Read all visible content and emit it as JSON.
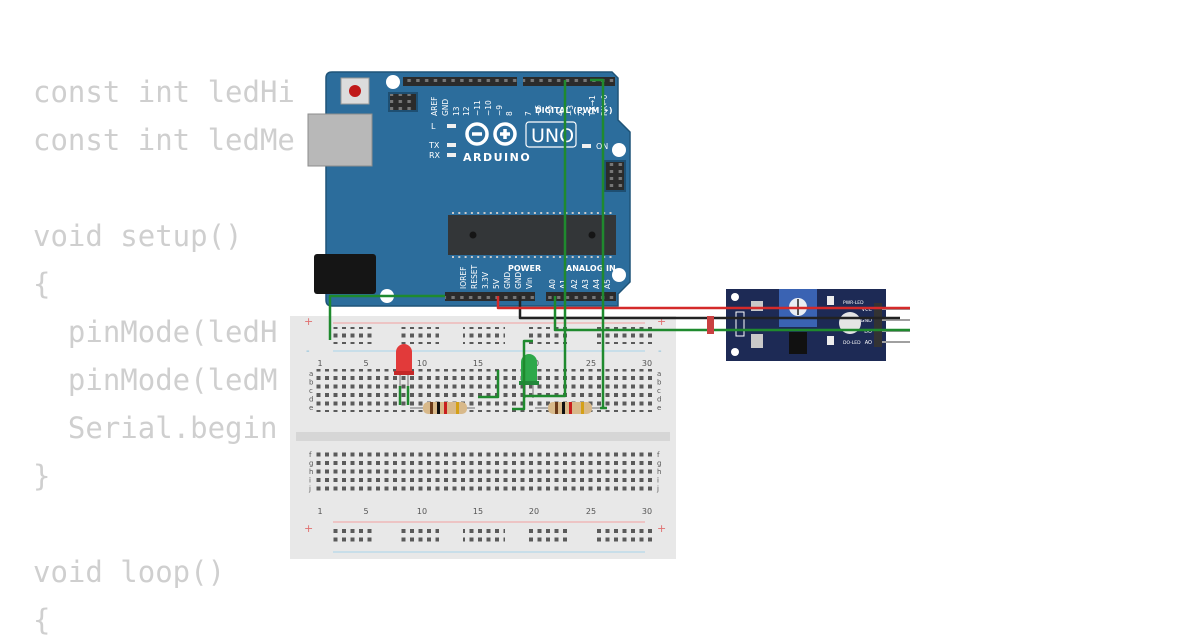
{
  "code_lines": [
    "const int ledHi",
    "const int ledMe",
    "",
    "void setup()",
    "{",
    "  pinMode(ledH",
    "  pinMode(ledM",
    "  Serial.begin",
    "}",
    "",
    "void loop()",
    "{"
  ],
  "arduino": {
    "model": "UNO",
    "brand": "ARDUINO",
    "digital_header": "DIGITAL (PWM ~)",
    "power_header": "POWER",
    "analog_header": "ANALOG IN",
    "top_pins": [
      "AREF",
      "GND",
      "13",
      "12",
      "~11",
      "~10",
      "~9",
      "8",
      "7",
      "~6",
      "~5",
      "4",
      "~3",
      "2",
      "TX→1",
      "RX←0"
    ],
    "power_pins": [
      "IOREF",
      "RESET",
      "3.3V",
      "5V",
      "GND",
      "GND",
      "Vin"
    ],
    "analog_pins": [
      "A0",
      "A1",
      "A2",
      "A3",
      "A4",
      "A5"
    ],
    "led_labels": {
      "l": "L",
      "tx": "TX",
      "rx": "RX",
      "on": "ON"
    }
  },
  "breadboard": {
    "col_numbers": [
      "1",
      "5",
      "10",
      "15",
      "20",
      "25",
      "30"
    ],
    "rows_top": [
      "a",
      "b",
      "c",
      "d",
      "e"
    ],
    "rows_bottom": [
      "f",
      "g",
      "h",
      "i",
      "j"
    ],
    "plus": "+",
    "minus": "-"
  },
  "sensor": {
    "labels": [
      "PWR-LED",
      "DO-LED"
    ],
    "pins": [
      "VCC",
      "GND",
      "DO",
      "AO"
    ]
  },
  "colors": {
    "board_blue": "#2c6d9c",
    "wire_green": "#1f8a2e",
    "wire_red": "#d42a2a",
    "wire_black": "#222222",
    "sensor_blue": "#1d2a55",
    "led_red": "#e23a3a",
    "led_green": "#2ea84a"
  }
}
